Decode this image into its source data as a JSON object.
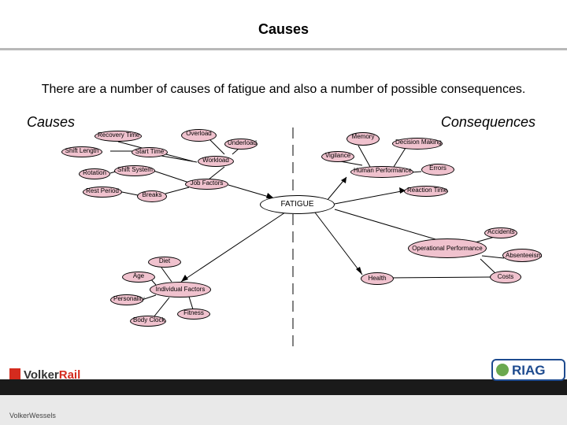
{
  "title": "Causes",
  "subtitle": "There are a number of causes of fatigue and also a number of possible consequences.",
  "headers": {
    "causes": "Causes",
    "consequences": "Consequences"
  },
  "center": {
    "label": "FATIGUE"
  },
  "nodes": {
    "recovery_time": "Recovery Time",
    "overload": "Overload",
    "underload": "Underload",
    "shift_length": "Shift Length",
    "start_time": "Start Time",
    "workload": "Workload",
    "rotation": "Rotation",
    "shift_system": "Shift System",
    "job_factors": "Job Factors",
    "rest_period": "Rest Period",
    "breaks": "Breaks",
    "memory": "Memory",
    "decision_making": "Decision Making",
    "vigilance": "Vigilance",
    "human_performance": "Human Performance",
    "errors": "Errors",
    "reaction_time": "Reaction Time",
    "accidents": "Accidents",
    "operational_performance": "Operational Performance",
    "absenteeism": "Absenteeism",
    "costs": "Costs",
    "health": "Health",
    "diet": "Diet",
    "age": "Age",
    "individual_factors": "Individual Factors",
    "personality": "Personality",
    "fitness": "Fitness",
    "body_clock": "Body Clock"
  },
  "colors": {
    "node_fill": "#f0c2ce",
    "riag_blue": "#1e4b8f",
    "volker_red": "#d42b1e",
    "riag_green": "#6aa84f"
  },
  "logos": {
    "volkerrail": "VolkerRail",
    "riag": "RIAG",
    "volkerwessels": "VolkerWessels"
  }
}
